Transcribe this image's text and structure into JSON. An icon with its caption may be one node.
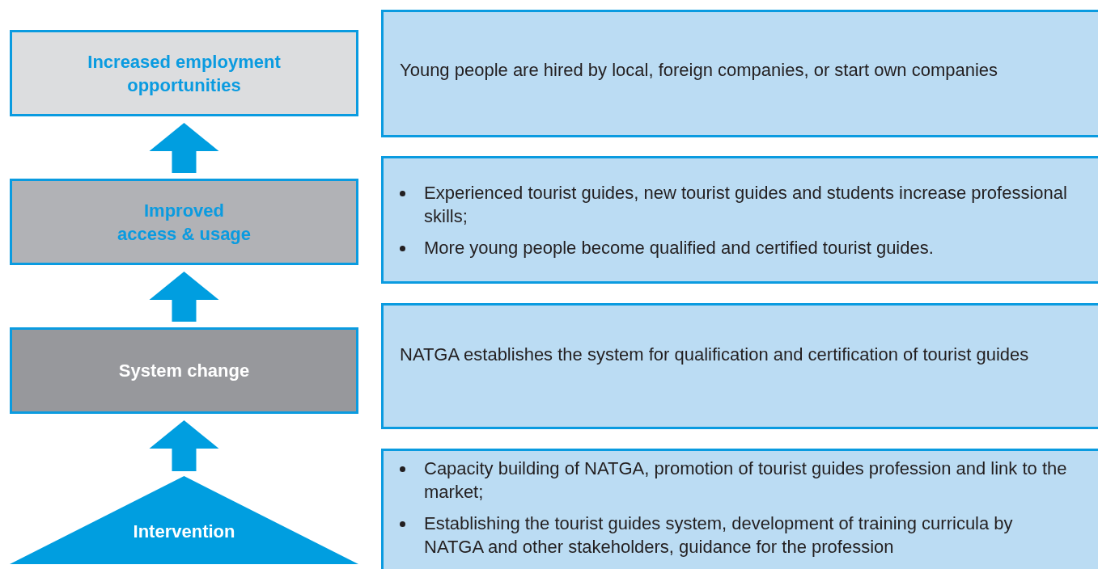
{
  "diagram": {
    "nodes": [
      {
        "text": [
          "Increased employment opportunities"
        ]
      },
      {
        "text": [
          "Improved access & usage"
        ]
      },
      {
        "text": [
          "System change"
        ]
      },
      {
        "text": [
          "Intervention"
        ]
      },
      {
        "text": [
          "Young people are hired by local, foreign companies, or start own companies"
        ]
      },
      {
        "text": [
          "Experienced tourist guides, new tourist guides and students increase professional skills;",
          "More young people become qualified and certified tourist guides."
        ]
      },
      {
        "text": [
          "NATGA establishes the system for qualification and certification of tourist guides"
        ]
      },
      {
        "text": [
          "Capacity building of NATGA, promotion of tourist guides profession and link to the market;",
          "Establishing the tourist guides system, development of training curricula by NATGA and other stakeholders, guidance for the profession"
        ]
      }
    ],
    "edges": [
      {
        "from": 3,
        "to": 2,
        "arrow": "to",
        "style": "thick"
      },
      {
        "from": 2,
        "to": 1,
        "arrow": "to",
        "style": "thick"
      },
      {
        "from": 1,
        "to": 0,
        "arrow": "to",
        "style": "thick"
      }
    ]
  }
}
